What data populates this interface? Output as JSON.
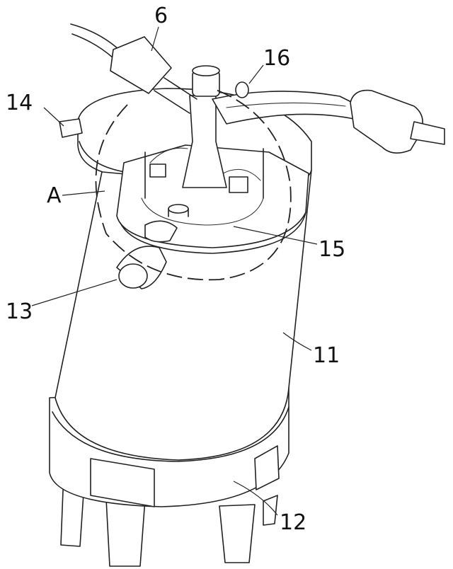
{
  "labels": {
    "pipe_6": "6",
    "pipe_16": "16",
    "inlet_14": "14",
    "detail_A": "A",
    "port_13": "13",
    "chamber_15": "15",
    "body_11": "11",
    "base_12": "12"
  }
}
